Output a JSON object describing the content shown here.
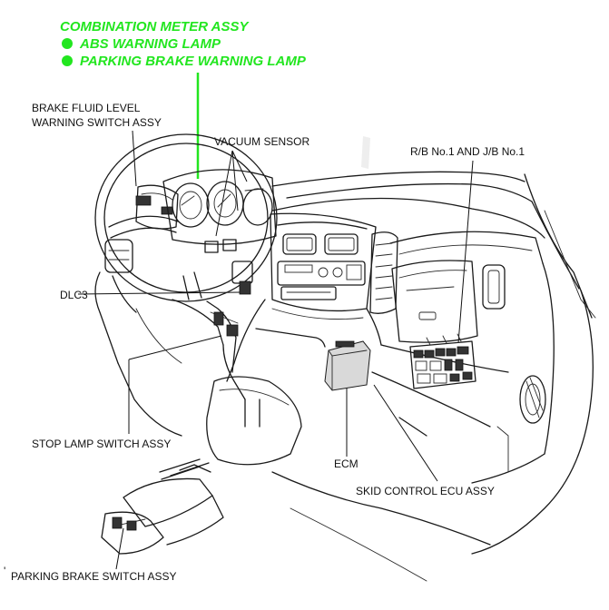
{
  "highlight": {
    "title": "COMBINATION METER ASSY",
    "items": [
      "ABS WARNING LAMP",
      "PARKING BRAKE WARNING LAMP"
    ],
    "color": "#22e61f"
  },
  "labels": {
    "brake_fluid_1": "BRAKE FLUID LEVEL",
    "brake_fluid_2": "WARNING SWITCH ASSY",
    "vacuum_sensor": "VACUUM SENSOR",
    "rb_jb": "R/B No.1 AND J/B No.1",
    "dlc3": "DLC3",
    "stop_lamp": "STOP LAMP SWITCH ASSY",
    "ecm": "ECM",
    "skid_control": "SKID CONTROL ECU ASSY",
    "parking_brake": "PARKING BRAKE SWITCH ASSY",
    "corner_mark": "'"
  }
}
